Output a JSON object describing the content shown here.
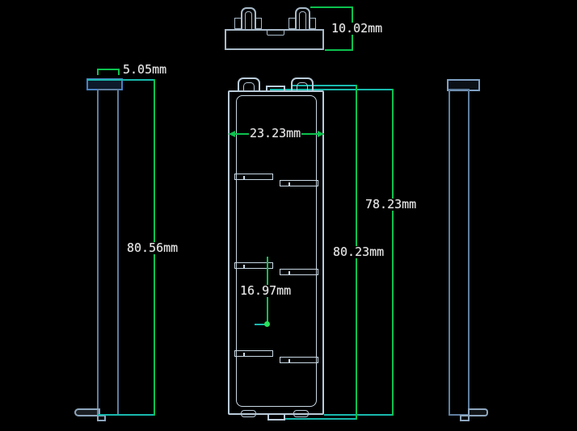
{
  "drawing": {
    "background": "#000000",
    "colors": {
      "dimension_green": "#0cc24f",
      "extension_teal": "#19b9ae",
      "outline_light": "#b9cbd9",
      "outline_medium": "#5f7e9e",
      "highlight_blue": "#4a80c0",
      "label_text": "#e8e8e8"
    },
    "dimensions": {
      "top_view_height": "10.02mm",
      "side_view_width": "5.05mm",
      "side_view_height": "80.56mm",
      "front_view_width": "23.23mm",
      "front_view_body_height": "78.23mm",
      "front_view_overall_height": "80.23mm",
      "front_view_cell_height": "16.97mm"
    }
  }
}
